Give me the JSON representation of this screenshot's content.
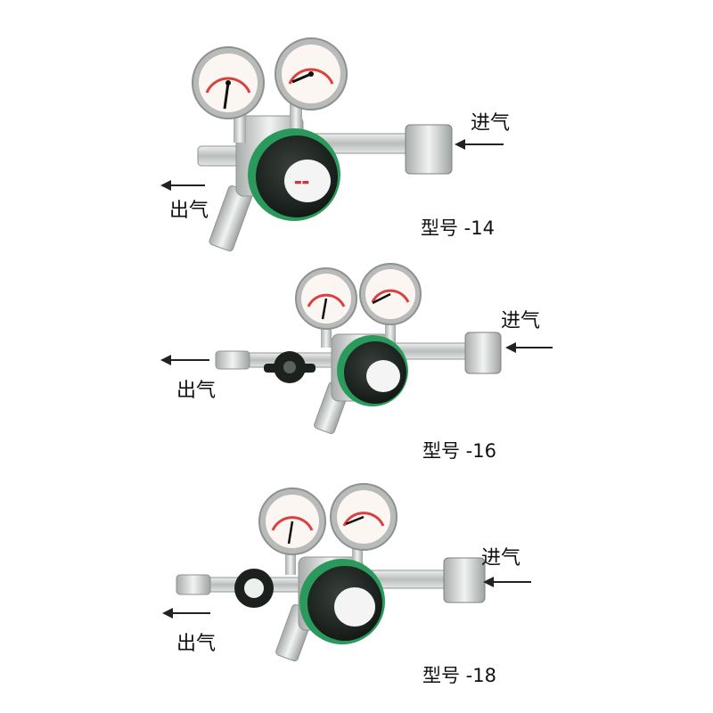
{
  "colors": {
    "knob": "#1f2621",
    "green_ring": "#2a9a5c",
    "metal": "#c9ccca",
    "gauge_ring": "#b8bbb9",
    "gauge_face": "#fbf6f1",
    "red_arc": "#d94141"
  },
  "regulators": [
    {
      "inlet_label": "进气",
      "outlet_label": "出气",
      "model_label": "型号 -14"
    },
    {
      "inlet_label": "进气",
      "outlet_label": "出气",
      "model_label": "型号 -16"
    },
    {
      "inlet_label": "进气",
      "outlet_label": "出气",
      "model_label": "型号 -18"
    }
  ]
}
